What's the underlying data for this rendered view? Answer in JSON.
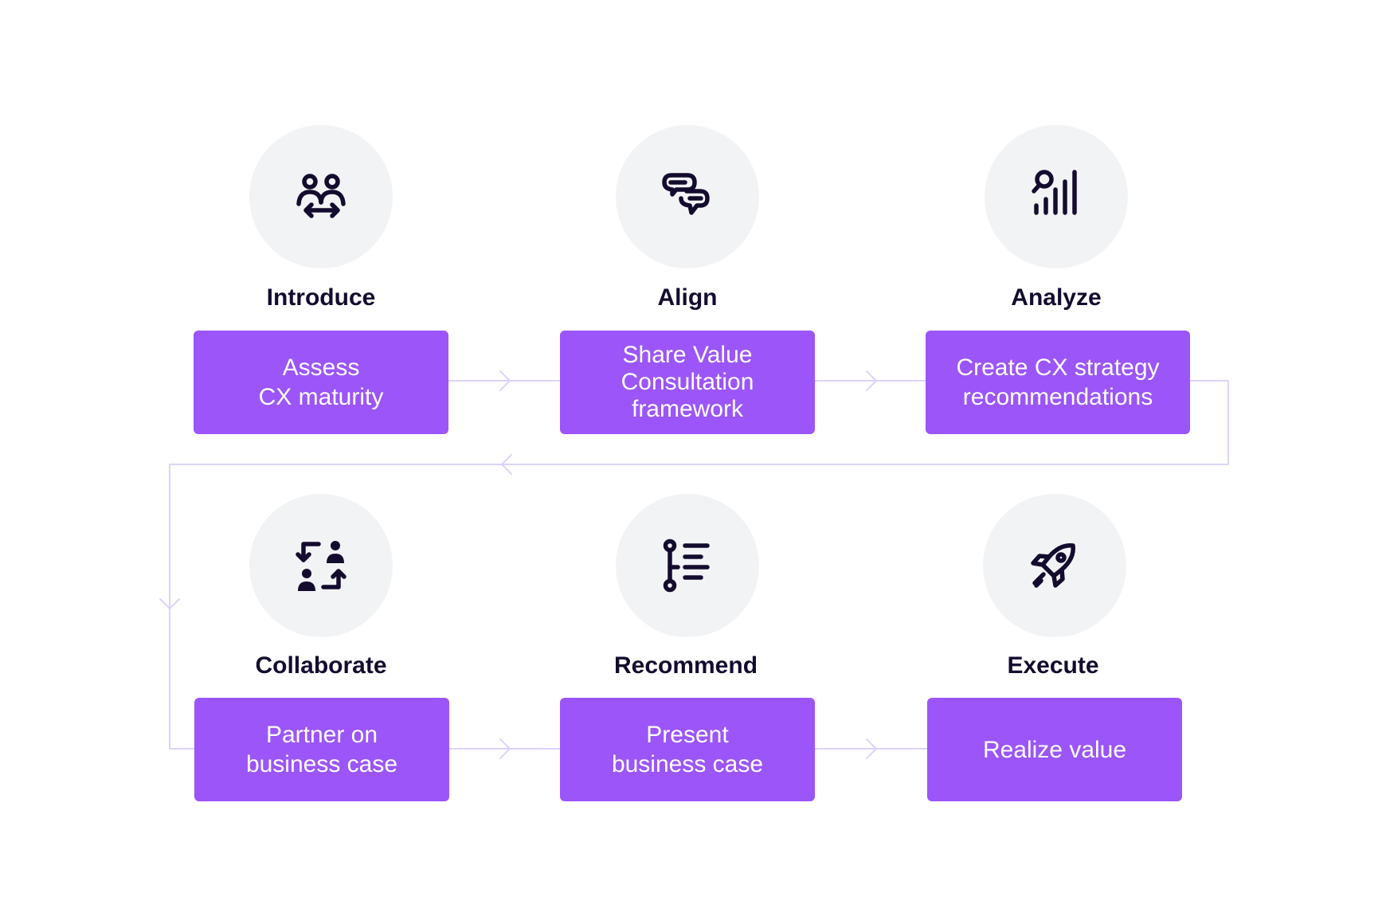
{
  "colors": {
    "box_fill": "#9b55f8",
    "box_text": "#ffffff",
    "title_text": "#140c2e",
    "icon_stroke": "#140c2e",
    "circle_fill": "#f2f3f5",
    "connector": "#ded2fb"
  },
  "steps": [
    {
      "title": "Introduce",
      "box_text": "Assess\nCX maturity",
      "icon": "people-exchange-icon"
    },
    {
      "title": "Align",
      "box_text": "Share Value\nConsultation\nframework",
      "icon": "chat-bubbles-icon"
    },
    {
      "title": "Analyze",
      "box_text": "Create CX strategy\nrecommendations",
      "icon": "search-chart-icon"
    },
    {
      "title": "Collaborate",
      "box_text": "Partner on\nbusiness case",
      "icon": "people-swap-icon"
    },
    {
      "title": "Recommend",
      "box_text": "Present\nbusiness case",
      "icon": "checklist-icon"
    },
    {
      "title": "Execute",
      "box_text": "Realize value",
      "icon": "rocket-icon"
    }
  ]
}
